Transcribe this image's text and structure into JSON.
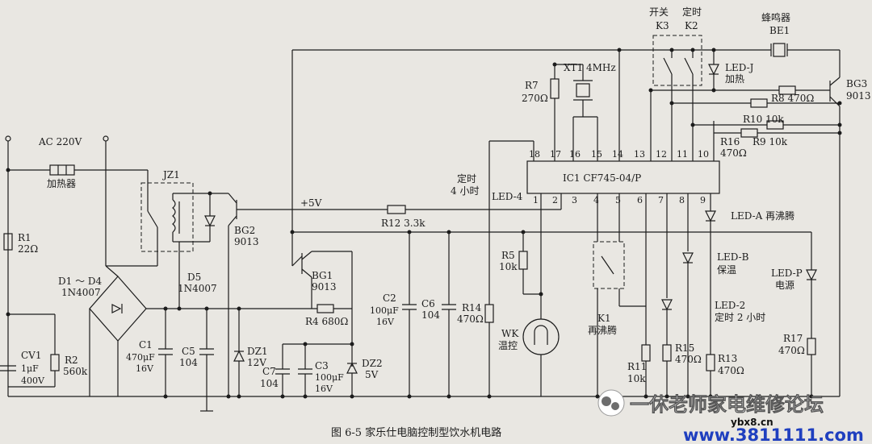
{
  "labels": {
    "ac": "AC 220V",
    "heater": "加热器",
    "jz1": "JZ1",
    "r1": "R1",
    "r1v": "22Ω",
    "d1d4": "D1 ～ D4",
    "d1d4v": "1N4007",
    "cv1": "CV1",
    "cv1c": "1μF",
    "cv1v": "400V",
    "r2": "R2",
    "r2v": "560k",
    "c1": "C1",
    "c1c": "470μF",
    "c1v": "16V",
    "c5": "C5",
    "c5v": "104",
    "d5": "D5",
    "d5v": "1N4007",
    "dz1": "DZ1",
    "dz1v": "12V",
    "bg2": "BG2",
    "bg2v": "9013",
    "plus5v": "+5V",
    "bg1": "BG1",
    "bg1v": "9013",
    "r4": "R4 680Ω",
    "c7": "C7",
    "c7v": "104",
    "c3": "C3",
    "c3c": "100μF",
    "c3v": "16V",
    "dz2": "DZ2",
    "dz2v": "5V",
    "r12": "R12  3.3k",
    "c2": "C2",
    "c2c": "100μF",
    "c2v": "16V",
    "c6": "C6",
    "c6v": "104",
    "r14": "R14",
    "r14v": "470Ω",
    "r5": "R5",
    "r5v": "10k",
    "wk": "WK",
    "wk2": "温控",
    "led4a": "定时",
    "led4b": "4 小时",
    "led4": "LED-4",
    "r7": "R7",
    "r7v": "270Ω",
    "xt1": "XT1  4MHz",
    "ic": "IC1  CF745-04/P",
    "k3h": "开关",
    "k2h": "定时",
    "k3": "K3",
    "k2": "K2",
    "buzzer": "蜂鸣器",
    "be1": "BE1",
    "ledj": "LED-J",
    "ledj2": "加热",
    "bg3": "BG3",
    "bg3v": "9013",
    "r8": "R8 470Ω",
    "r10": "R10 10k",
    "r16": "R16",
    "r16v": "470Ω",
    "r9": "R9 10k",
    "leda": "LED-A 再沸腾",
    "ledb": "LED-B",
    "ledb2": "保温",
    "ledp": "LED-P",
    "ledp2": "电源",
    "k1": "K1",
    "k1b": "再沸腾",
    "led2": "LED-2",
    "led2b": "定时 2 小时",
    "r11": "R11",
    "r11v": "10k",
    "r15": "R15",
    "r15v": "470Ω",
    "r13": "R13",
    "r13v": "470Ω",
    "r17": "R17",
    "r17v": "470Ω",
    "caption": "图 6-5    家乐仕电脑控制型饮水机电路"
  },
  "pins": {
    "top": [
      "18",
      "17",
      "16",
      "15",
      "14",
      "13",
      "12",
      "11",
      "10"
    ],
    "bottom": [
      "1",
      "2",
      "3",
      "4",
      "5",
      "6",
      "7",
      "8",
      "9"
    ]
  },
  "watermark": {
    "forum": "一休老师家电维修论坛",
    "site_small": "ybx8.cn",
    "url": "www.3811111.com"
  }
}
